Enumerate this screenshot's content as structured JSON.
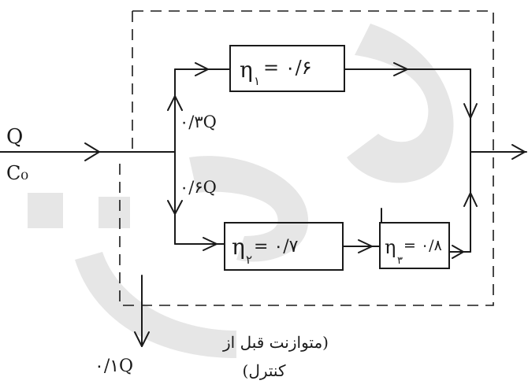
{
  "inflow": {
    "flow": "Q",
    "concentration": "C₀"
  },
  "splits": {
    "upper": "۰/۳Q",
    "lower": "۰/۶Q"
  },
  "units": {
    "eta1": {
      "symbol": "η",
      "subscript": "۱",
      "value": "= ۰/۶"
    },
    "eta2": {
      "symbol": "η",
      "subscript": "۲",
      "value": "= ۰/۷"
    },
    "eta3": {
      "symbol": "η",
      "subscript": "۳",
      "value": "= ۰/۸"
    }
  },
  "bypass": {
    "flow": "۰/۱Q",
    "note_line1": "(متوازنت قبل از",
    "note_line2": "کنترل)"
  },
  "colors": {
    "ink": "#1a1a1a",
    "watermark": "#e6e6e6"
  }
}
